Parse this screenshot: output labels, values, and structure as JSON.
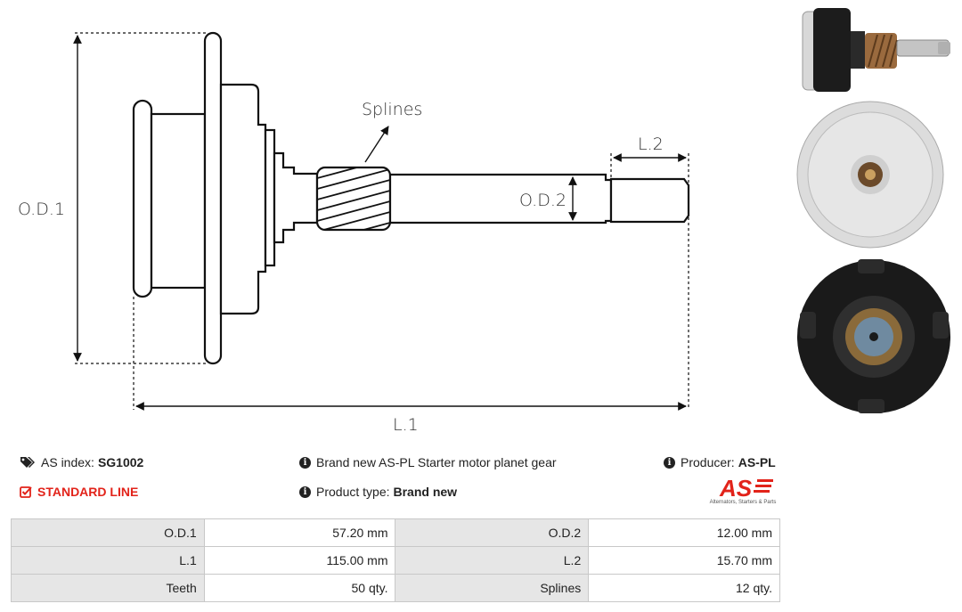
{
  "drawing": {
    "labels": {
      "od1": "O.D.1",
      "od2": "O.D.2",
      "l1": "L.1",
      "l2": "L.2",
      "splines": "Splines"
    }
  },
  "info": {
    "as_index_label": "AS index:",
    "as_index_value": "SG1002",
    "standard_line": "STANDARD LINE",
    "description": "Brand new AS-PL Starter motor planet gear",
    "product_type_label": "Product type:",
    "product_type_value": "Brand new",
    "producer_label": "Producer:",
    "producer_value": "AS-PL"
  },
  "logo": {
    "mark": "AS",
    "tagline": "Alternators, Starters & Parts"
  },
  "specs": [
    {
      "label_a": "O.D.1",
      "value_a": "57.20 mm",
      "label_b": "O.D.2",
      "value_b": "12.00 mm"
    },
    {
      "label_a": "L.1",
      "value_a": "115.00 mm",
      "label_b": "L.2",
      "value_b": "15.70 mm"
    },
    {
      "label_a": "Teeth",
      "value_a": "50 qty.",
      "label_b": "Splines",
      "value_b": "12 qty."
    }
  ],
  "colors": {
    "accent_red": "#e2231a",
    "label_bg": "#e6e6e6",
    "border": "#c8c8c8"
  }
}
